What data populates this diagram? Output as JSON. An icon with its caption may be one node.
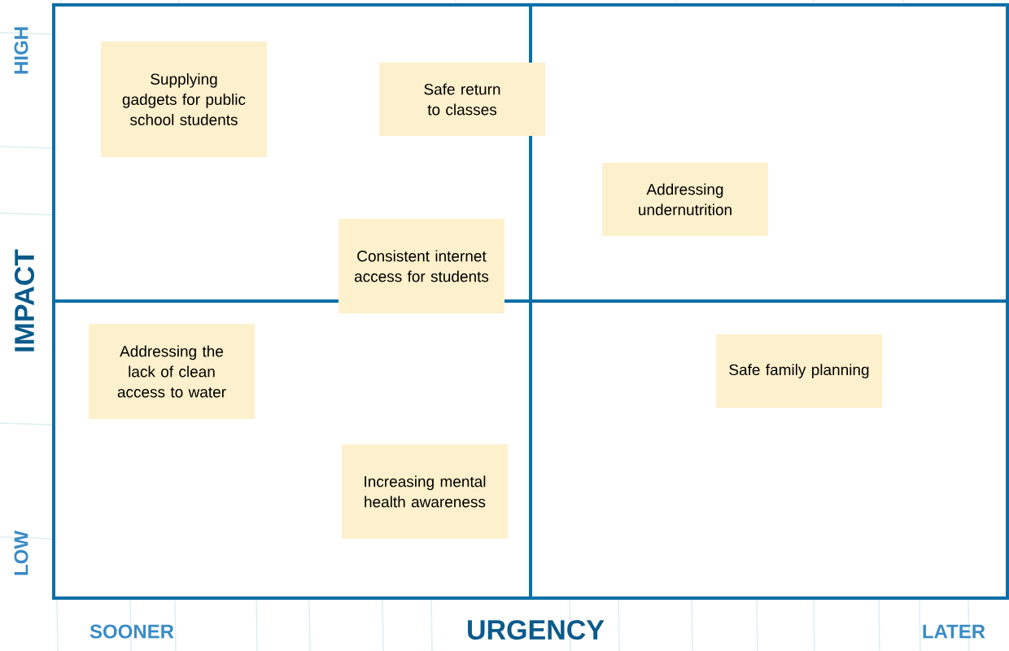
{
  "diagram": {
    "nodes": [
      {
        "text": [
          "Supplying gadgets for public school students"
        ]
      },
      {
        "text": [
          "Safe return to classes"
        ]
      },
      {
        "text": [
          "Addressing undernutrition"
        ]
      },
      {
        "text": [
          "Consistent internet access for students"
        ]
      },
      {
        "text": [
          "Addressing the lack of clean access to water"
        ]
      },
      {
        "text": [
          "Safe family planning"
        ]
      },
      {
        "text": [
          "Increasing mental health awareness"
        ]
      }
    ],
    "labels": [
      "HIGH",
      "IMPACT",
      "LOW",
      "SOONER",
      "URGENCY",
      "LATER"
    ]
  }
}
